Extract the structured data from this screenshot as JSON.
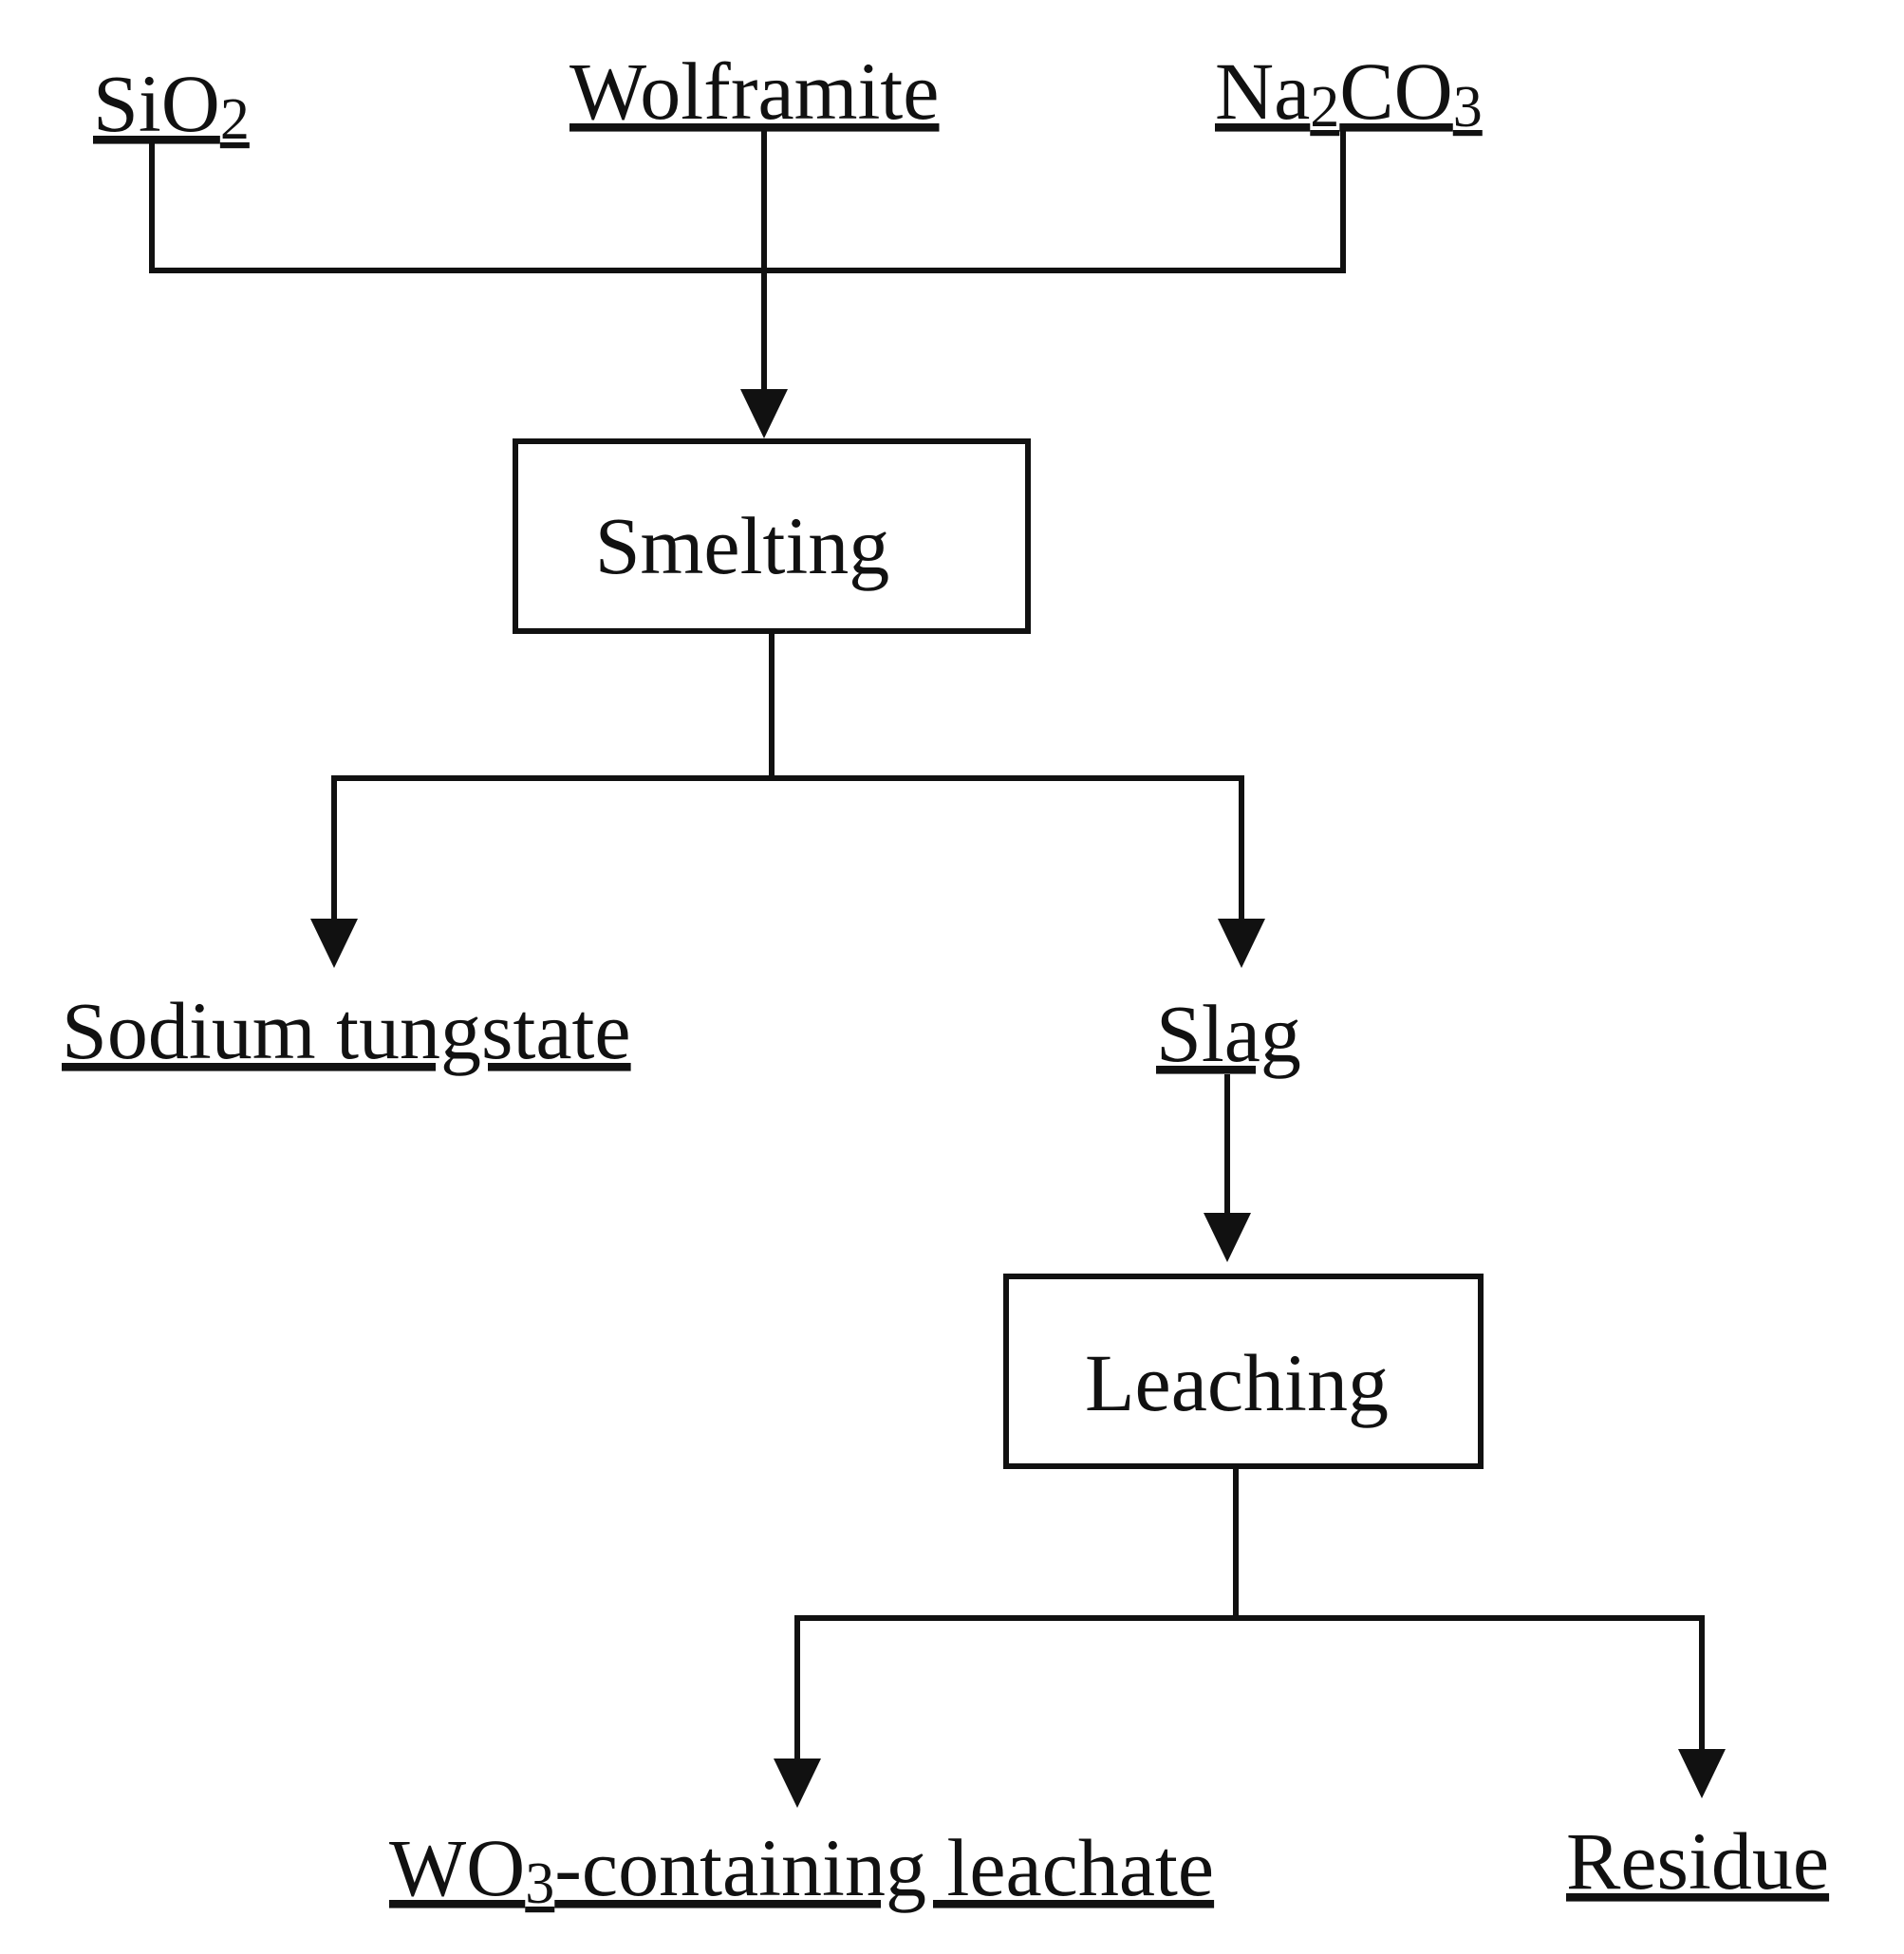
{
  "inputs": {
    "sio2": {
      "main": "SiO",
      "sub": "2"
    },
    "wolframite": "Wolframite",
    "na2co3": {
      "a": "Na",
      "sub1": "2",
      "b": "CO",
      "sub2": "3"
    }
  },
  "processes": {
    "smelting": "Smelting",
    "leaching": "Leaching"
  },
  "outputs": {
    "sodium_tungstate": "Sodium tungstate",
    "slag": "Slag",
    "leachate": {
      "a": "WO",
      "sub": "3",
      "b": "-containing leachate"
    },
    "residue": "Residue"
  }
}
